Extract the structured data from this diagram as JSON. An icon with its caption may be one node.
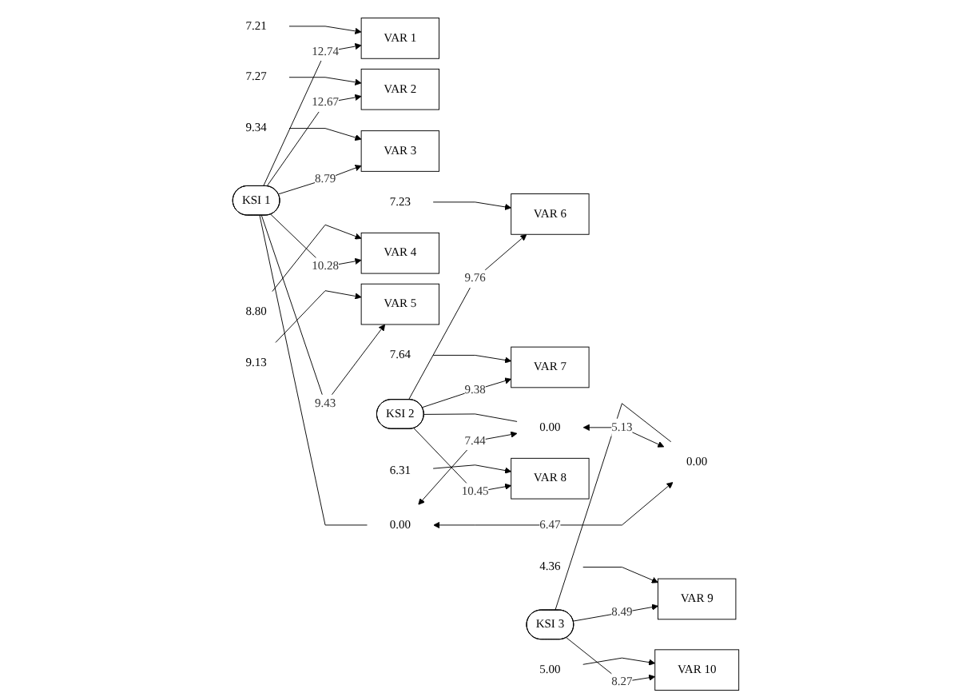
{
  "diagram": {
    "nodes": [
      {
        "text": [
          "7.21"
        ]
      },
      {
        "text": [
          "VAR 1"
        ]
      },
      {
        "text": [
          "7.27"
        ]
      },
      {
        "text": [
          "VAR 2"
        ]
      },
      {
        "text": [
          "9.34"
        ]
      },
      {
        "text": [
          "VAR 3"
        ]
      },
      {
        "text": [
          "KSI 1"
        ]
      },
      {
        "text": [
          "0.00"
        ]
      },
      {
        "text": [
          "8.80"
        ]
      },
      {
        "text": [
          "VAR 4"
        ]
      },
      {
        "text": [
          "9.13"
        ]
      },
      {
        "text": [
          "VAR 5"
        ]
      },
      {
        "text": [
          "7.23"
        ]
      },
      {
        "text": [
          "VAR 6"
        ]
      },
      {
        "text": [
          "7.64"
        ]
      },
      {
        "text": [
          "VAR 7"
        ]
      },
      {
        "text": [
          "KSI 2"
        ]
      },
      {
        "text": [
          "0.00"
        ]
      },
      {
        "text": [
          "6.31"
        ]
      },
      {
        "text": [
          "VAR 8"
        ]
      },
      {
        "text": [
          "4.36"
        ]
      },
      {
        "text": [
          "VAR 9"
        ]
      },
      {
        "text": [
          "KSI 3"
        ]
      },
      {
        "text": [
          "0.00"
        ]
      },
      {
        "text": [
          "5.00"
        ]
      },
      {
        "text": [
          "VAR 10"
        ]
      }
    ],
    "edges": [
      {
        "from": 0,
        "to": 1,
        "arrow": "to"
      },
      {
        "from": 2,
        "to": 3,
        "arrow": "to"
      },
      {
        "from": 4,
        "to": 5,
        "arrow": "to"
      },
      {
        "from": 8,
        "to": 9,
        "arrow": "to"
      },
      {
        "from": 10,
        "to": 11,
        "arrow": "to"
      },
      {
        "from": 12,
        "to": 13,
        "arrow": "to"
      },
      {
        "from": 14,
        "to": 15,
        "arrow": "to"
      },
      {
        "from": 18,
        "to": 19,
        "arrow": "to"
      },
      {
        "from": 20,
        "to": 21,
        "arrow": "to"
      },
      {
        "from": 24,
        "to": 25,
        "arrow": "to"
      },
      {
        "from": 6,
        "to": 1,
        "arrow": "to",
        "label": "12.74"
      },
      {
        "from": 6,
        "to": 3,
        "arrow": "to",
        "label": "12.67"
      },
      {
        "from": 6,
        "to": 5,
        "arrow": "to",
        "label": "8.79"
      },
      {
        "from": 6,
        "to": 9,
        "arrow": "to",
        "label": "10.28"
      },
      {
        "from": 6,
        "to": 11,
        "arrow": "to",
        "label": "9.43"
      },
      {
        "from": 16,
        "to": 13,
        "arrow": "to",
        "label": "9.76"
      },
      {
        "from": 16,
        "to": 15,
        "arrow": "to",
        "label": "9.38"
      },
      {
        "from": 16,
        "to": 19,
        "arrow": "to",
        "label": "10.45"
      },
      {
        "from": 22,
        "to": 21,
        "arrow": "to",
        "label": "8.49"
      },
      {
        "from": 22,
        "to": 25,
        "arrow": "to",
        "label": "8.27"
      },
      {
        "from": 6,
        "to": 7,
        "arrow": "none"
      },
      {
        "from": 16,
        "to": 17,
        "arrow": "none"
      },
      {
        "from": 22,
        "to": 23,
        "arrow": "none"
      },
      {
        "from": 7,
        "to": 17,
        "arrow": "both",
        "label": "7.44"
      },
      {
        "from": 17,
        "to": 23,
        "arrow": "both",
        "label": "5.13"
      },
      {
        "from": 7,
        "to": 23,
        "arrow": "both",
        "label": "6.47"
      }
    ]
  }
}
